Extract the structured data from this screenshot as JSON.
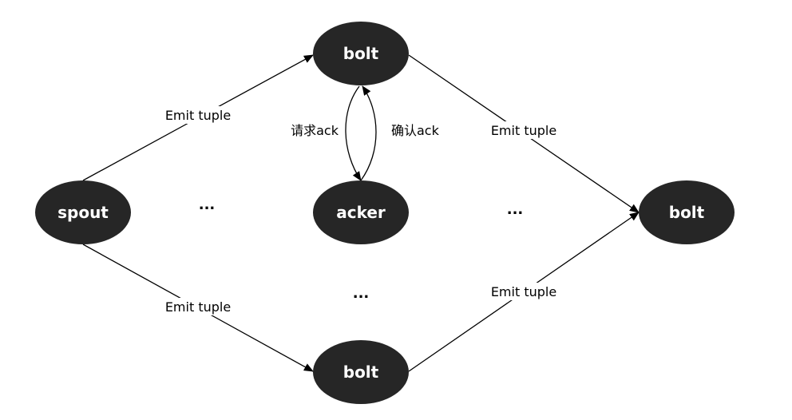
{
  "colors": {
    "node_fill": "#262626",
    "node_text": "#ffffff",
    "edge": "#000000",
    "background": "#ffffff"
  },
  "nodes": {
    "spout": "spout",
    "bolt_top": "bolt",
    "acker": "acker",
    "bolt_bottom": "bolt",
    "bolt_right": "bolt"
  },
  "edges": {
    "spout_to_bolt_top": "Emit tuple",
    "spout_to_bolt_bottom": "Emit tuple",
    "bolt_top_to_bolt_right": "Emit tuple",
    "bolt_bottom_to_bolt_right": "Emit tuple",
    "request_ack": "请求ack",
    "confirm_ack": "确认ack"
  },
  "ellipses": {
    "left": "...",
    "center": "...",
    "right": "..."
  }
}
